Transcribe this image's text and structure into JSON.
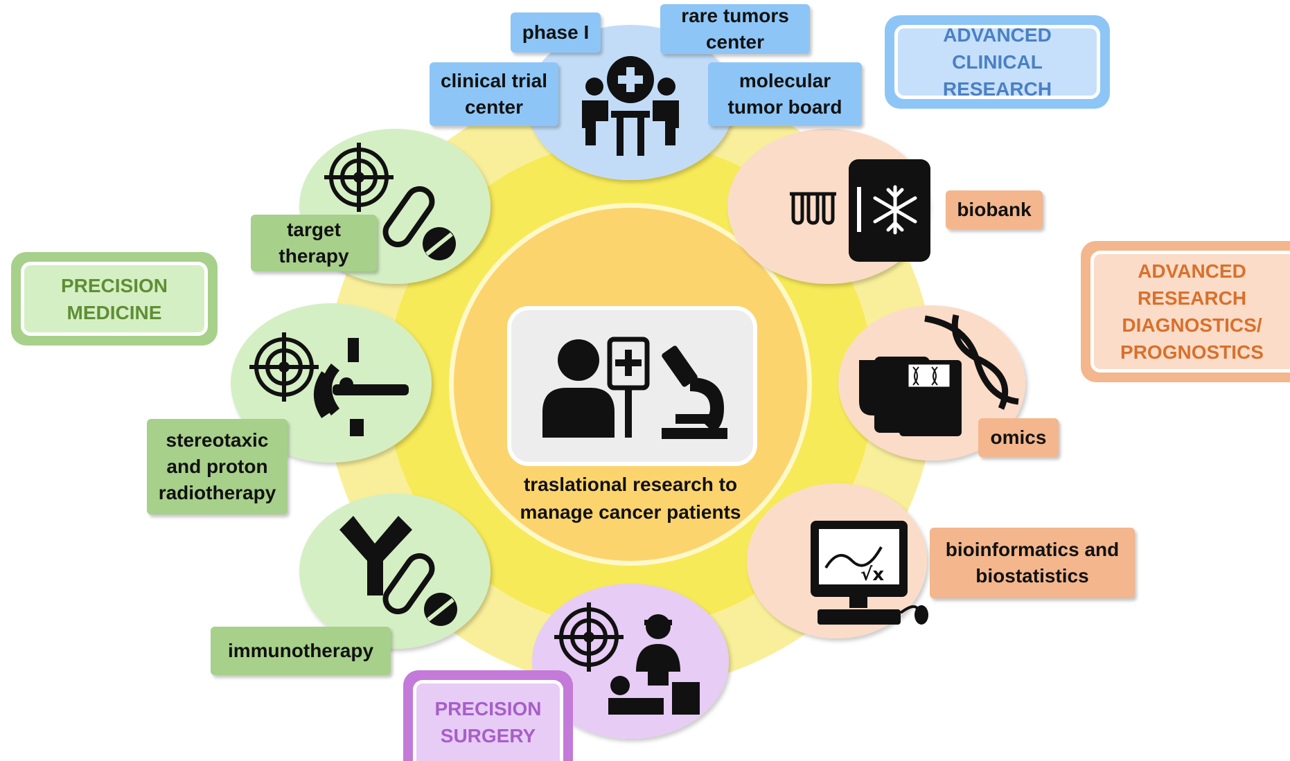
{
  "colors": {
    "yellow_ring": "#f7ea58",
    "ring_light": "#f9ef9a",
    "center": "#fbd46e",
    "blue": "#8dc6f6",
    "blue_node": "#c2dcf8",
    "green": "#a7d08b",
    "green_node": "#d5efc4",
    "orange": "#f3b68d",
    "orange_node": "#fbdcc8",
    "purple": "#c47ad8",
    "purple_node": "#e7ccf5",
    "icon": "#111111"
  },
  "center": {
    "text": "traslational research to\nmanage cancer patients",
    "icons": [
      "patient-icon",
      "iv-drip-icon",
      "microscope-icon"
    ]
  },
  "categories": {
    "advanced_clinical_research": "ADVANCED CLINICAL\nRESEARCH",
    "precision_medicine": "PRECISION\nMEDICINE",
    "advanced_research_diagnostics": "ADVANCED\nRESEARCH\nDIAGNOSTICS/\nPROGNOSTICS",
    "precision_surgery": "PRECISION\nSURGERY"
  },
  "labels": {
    "phase_i": "phase I",
    "rare_tumors_center": "rare tumors\ncenter",
    "clinical_trial_center": "clinical trial\ncenter",
    "molecular_tumor_board": "molecular\ntumor board",
    "biobank": "biobank",
    "omics": "omics",
    "bioinformatics": "bioinformatics and\nbiostatistics",
    "target_therapy": "target\ntherapy",
    "stereotaxic": "stereotaxic\nand proton\nradiotherapy",
    "immunotherapy": "immunotherapy"
  },
  "nodes": {
    "clinical": {
      "icon": "clinical-team-icon"
    },
    "biobank": {
      "icon": "freezer-icon"
    },
    "omics": {
      "icon": "sequencer-icon"
    },
    "bioinformatics": {
      "icon": "computer-icon"
    },
    "surgery": {
      "icon": "surgeon-icon"
    },
    "immunotherapy": {
      "icon": "antibody-icon"
    },
    "radiotherapy": {
      "icon": "radiotherapy-machine-icon"
    },
    "target_therapy": {
      "icon": "pill-icon"
    }
  }
}
